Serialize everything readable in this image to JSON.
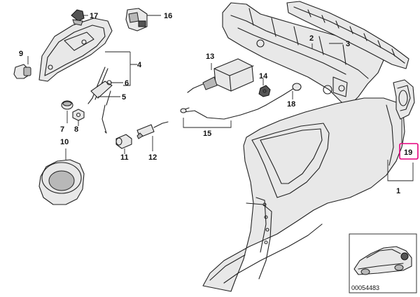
{
  "callouts": {
    "c1": "1",
    "c2": "2",
    "c3": "3",
    "c4": "4",
    "c5": "5",
    "c6": "6",
    "c7": "7",
    "c8": "8",
    "c9": "9",
    "c10": "10",
    "c11": "11",
    "c12": "12",
    "c13": "13",
    "c14": "14",
    "c15": "15",
    "c16": "16",
    "c17": "17",
    "c18": "18",
    "c19": "19"
  },
  "inset": {
    "reference_code": "00054483"
  },
  "colors": {
    "highlight": "#e6007e",
    "line": "#222222"
  }
}
